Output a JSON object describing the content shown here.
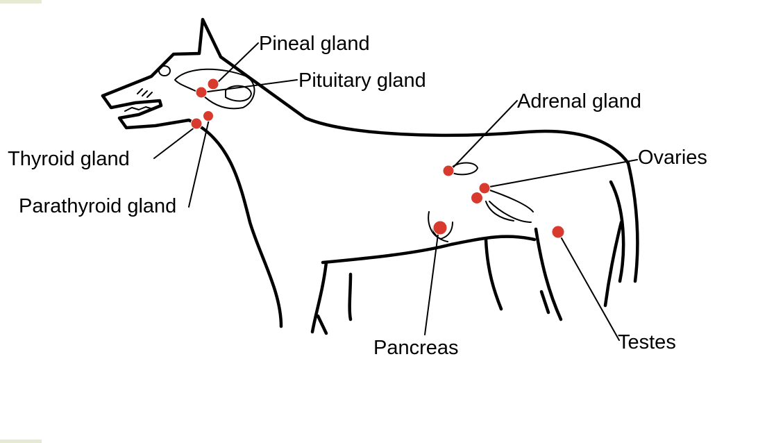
{
  "diagram": {
    "gland_color": "#d83a2e",
    "labels": {
      "pineal": "Pineal gland",
      "pituitary": "Pituitary gland",
      "adrenal": "Adrenal gland",
      "thyroid": "Thyroid gland",
      "parathyroid": "Parathyroid gland",
      "ovaries": "Ovaries",
      "pancreas": "Pancreas",
      "testes": "Testes"
    }
  }
}
